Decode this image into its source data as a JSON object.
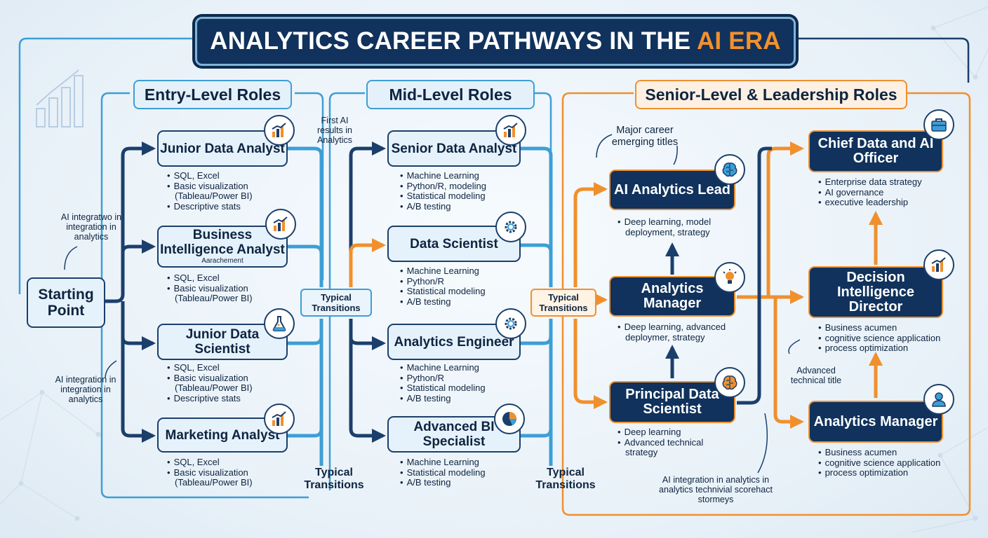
{
  "title": {
    "main": "ANALYTICS CAREER PATHWAYS IN THE",
    "accent": "AI ERA"
  },
  "start": {
    "label": "Starting Point"
  },
  "sections": {
    "entry": "Entry-Level Roles",
    "mid": "Mid-Level Roles",
    "senior": "Senior-Level & Leadership Roles"
  },
  "entry_roles": [
    {
      "title": "Junior Data Analyst",
      "icon": "bar-chart-icon",
      "skills": [
        "SQL, Excel",
        "Basic visualization",
        "(Tableau/Power BI)",
        "Descriptive stats"
      ]
    },
    {
      "title": "Business Intelligence Analyst",
      "subtitle": "Aarachement",
      "icon": "bar-chart-icon",
      "skills": [
        "SQL, Excel",
        "Basic visualization",
        "(Tableau/Power BI)"
      ]
    },
    {
      "title": "Junior Data Scientist",
      "icon": "flask-icon",
      "skills": [
        "SQL, Excel",
        "Basic visualization",
        "(Tableau/Power BI)",
        "Descriptive stats"
      ]
    },
    {
      "title": "Marketing Analyst",
      "icon": "bar-chart-icon",
      "skills": [
        "SQL, Excel",
        "Basic visualization",
        "(Tableau/Power BI)"
      ]
    }
  ],
  "mid_roles": [
    {
      "title": "Senior Data Analyst",
      "icon": "bar-chart-icon",
      "skills": [
        "Machine Learning",
        "Python/R, modeling",
        "Statistical modeling",
        "A/B testing"
      ]
    },
    {
      "title": "Data Scientist",
      "icon": "gear-icon",
      "skills": [
        "Machine Learning",
        "Python/R",
        "Statistical modeling",
        "A/B testing"
      ]
    },
    {
      "title": "Analytics Engineer",
      "icon": "gear-icon",
      "skills": [
        "Machine Learning",
        "Python/R",
        "Statistical modeling",
        "A/B testing"
      ]
    },
    {
      "title": "Advanced BI Specialist",
      "icon": "pie-chart-icon",
      "skills": [
        "Machine Learning",
        "Statistical modeling",
        "A/B testing"
      ]
    }
  ],
  "senior_roles": [
    {
      "title": "AI Analytics Lead",
      "icon": "brain-icon",
      "skills": [
        "Deep learning, model",
        "deployment, strategy"
      ]
    },
    {
      "title": "Analytics Manager",
      "icon": "lightbulb-icon",
      "skills": [
        "Deep learning, advanced",
        "deploymer, strategy"
      ]
    },
    {
      "title": "Principal Data Scientist",
      "icon": "brain-icon",
      "skills": [
        "Deep learning",
        "Advanced technical",
        "strategy"
      ]
    }
  ],
  "exec_roles": [
    {
      "title": "Chief Data and AI Officer",
      "icon": "briefcase-icon",
      "skills": [
        "Enterprise data strategy",
        "AI governance",
        "executive leadership"
      ]
    },
    {
      "title": "Decision Intelligence Director",
      "icon": "bar-chart-icon",
      "skills": [
        "Business acumen",
        "cognitive science application",
        "process optimization"
      ]
    },
    {
      "title": "Analytics Manager",
      "icon": "user-icon",
      "skills": [
        "Business acumen",
        "cognitive science application",
        "process optimization"
      ]
    }
  ],
  "transitions": {
    "pill": "Typical Transitions",
    "bottom": "Typical Transitions"
  },
  "annotations": {
    "first_ai": "First AI results in Analytics",
    "ai_top": "AI integratwo in integration in analytics",
    "ai_bottom": "AI integration in integration in analytics",
    "major": "Major career emerging titles",
    "advanced": "Advanced technical title",
    "bottom_center": "AI integration in analytics in analytics technivial scorehact stormeys"
  },
  "colors": {
    "navy": "#10325c",
    "blue": "#3d9ed6",
    "orange": "#f0902d",
    "light": "#e6f2fb"
  }
}
